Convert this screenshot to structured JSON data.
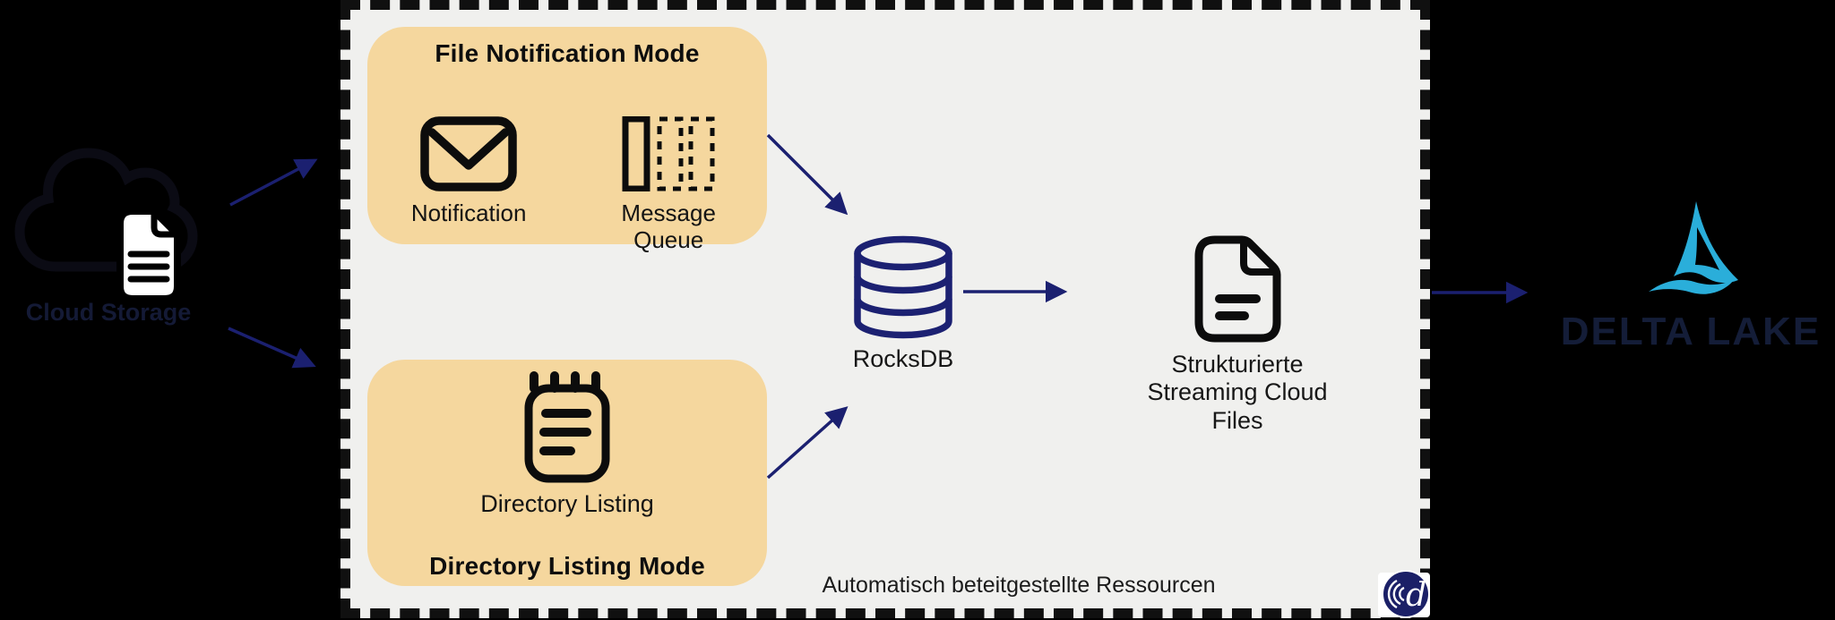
{
  "colors": {
    "background": "#000000",
    "panel_fill": "#f0f0ee",
    "panel_border": "#101010",
    "mode_box_fill": "#f5d79e",
    "arrow_navy": "#1b2070",
    "rocksdb_navy": "#1c2172",
    "delta_cyan": "#2aaeda",
    "dark_text": "#141414",
    "watermark_navy": "#1b2067"
  },
  "cloud_source": {
    "icon": "cloud-file-icon",
    "label": "Cloud Storage"
  },
  "panel": {
    "caption": "Automatisch beteitgestellte Ressourcen",
    "file_notification": {
      "title": "File Notification Mode",
      "items": [
        {
          "icon": "envelope-icon",
          "label": "Notification"
        },
        {
          "icon": "message-queue-icon",
          "label": "Message Queue"
        }
      ]
    },
    "directory_listing": {
      "title": "Directory Listing Mode",
      "item": {
        "icon": "notepad-icon",
        "label": "Directory Listing"
      }
    },
    "rocksdb": {
      "icon": "database-icon",
      "label": "RocksDB"
    },
    "stream_files": {
      "icon": "document-icon",
      "label": "Strukturierte Streaming Cloud Files",
      "lines": [
        "Strukturierte",
        "Streaming Cloud",
        "Files"
      ]
    }
  },
  "delta_lake": {
    "icon": "delta-lake-logo",
    "label": "DELTA LAKE"
  },
  "watermark": {
    "icon": "author-logo",
    "letter": "d"
  }
}
